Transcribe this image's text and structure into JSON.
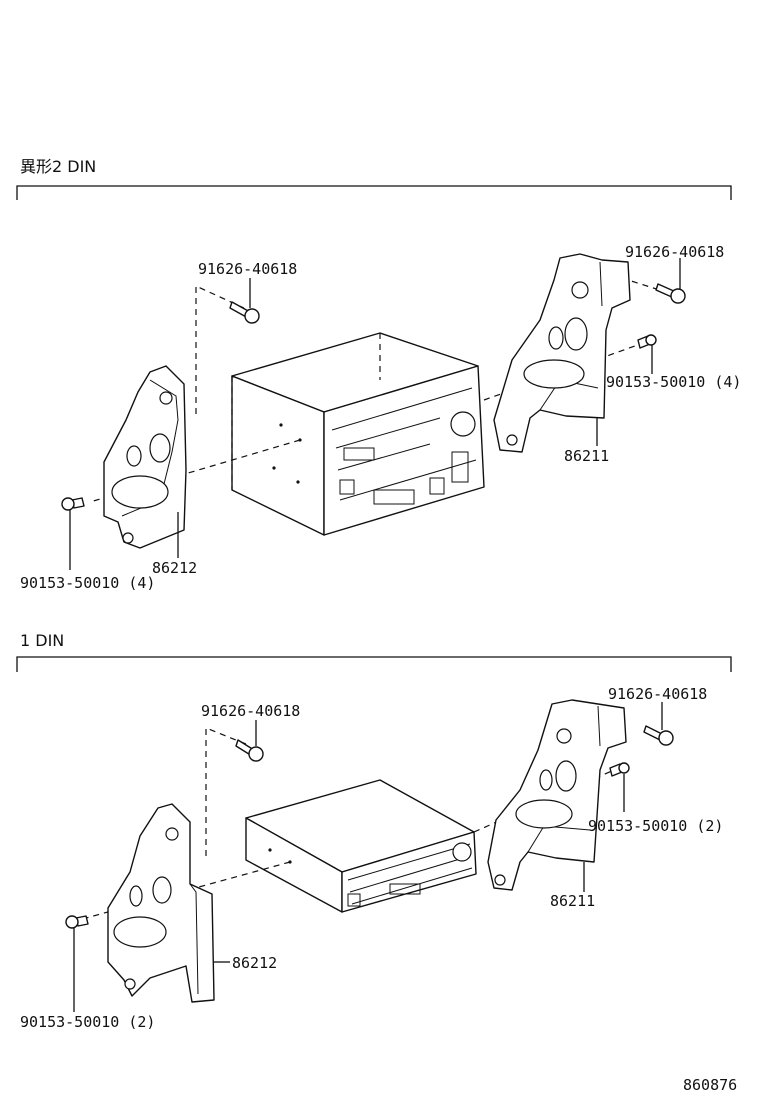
{
  "sections": [
    {
      "title": "異形2 DIN",
      "labels": {
        "bolt_left": "91626-40618",
        "bolt_right": "91626-40618",
        "screw_right": "90153-50010 (4)",
        "bracket_right": "86211",
        "bracket_left": "86212",
        "screw_left": "90153-50010 (4)"
      }
    },
    {
      "title": "1 DIN",
      "labels": {
        "bolt_left": "91626-40618",
        "bolt_right": "91626-40618",
        "screw_right": "90153-50010 (2)",
        "bracket_right": "86211",
        "bracket_left": "86212",
        "screw_left": "90153-50010 (2)"
      }
    }
  ],
  "diagram_code": "860876"
}
